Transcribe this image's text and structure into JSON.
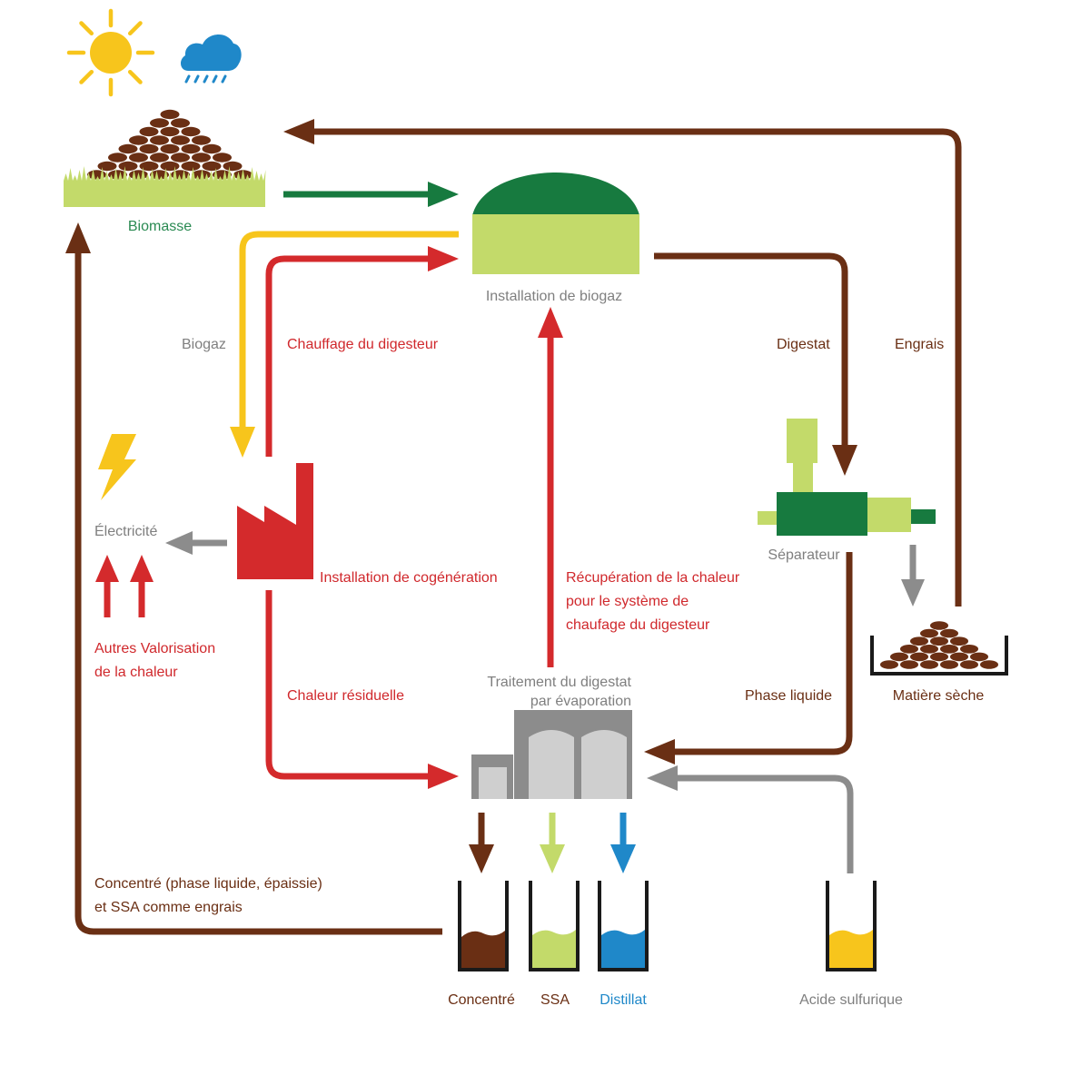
{
  "diagram": {
    "top_icons": {
      "sun": "sun-icon",
      "cloud": "rain-cloud-icon"
    },
    "nodes": {
      "biomasse": {
        "label": "Biomasse",
        "icon": "biomass-pile-icon"
      },
      "installation_biogaz": {
        "label": "Installation de biogaz",
        "icon": "biogas-digester-icon"
      },
      "cogeneration": {
        "label": "Installation de cogénération",
        "icon": "factory-icon"
      },
      "electricite": {
        "label": "Électricité",
        "icon": "lightning-icon"
      },
      "separateur": {
        "label": "Séparateur",
        "icon": "separator-icon"
      },
      "matiere_seche": {
        "label": "Matière sèche",
        "icon": "dry-matter-tray-icon"
      },
      "traitement": {
        "label_lines": [
          "Traitement du digestat",
          "par évaporation"
        ],
        "icon": "evaporation-plant-icon"
      },
      "concentre": {
        "label": "Concentré",
        "icon": "beaker-icon"
      },
      "ssa": {
        "label": "SSA",
        "icon": "beaker-icon"
      },
      "distillat": {
        "label": "Distillat",
        "icon": "beaker-icon"
      },
      "acide_sulfurique": {
        "label": "Acide sulfurique",
        "icon": "beaker-icon"
      }
    },
    "flows": {
      "biogaz": "Biogaz",
      "chauffage_digesteur": "Chauffage du digesteur",
      "digestat": "Digestat",
      "engrais": "Engrais",
      "autres_valorisation": [
        "Autres Valorisation",
        "de la chaleur"
      ],
      "chaleur_residuelle": "Chaleur résiduelle",
      "recuperation_chaleur": [
        "Récupération de la chaleur",
        "pour le système de",
        "chaufage du digesteur"
      ],
      "phase_liquide": "Phase liquide",
      "concentre_engrais": [
        "Concentré (phase liquide, épaissie)",
        "et SSA comme engrais"
      ]
    }
  },
  "colors": {
    "green_dark": "#177a3f",
    "green_light": "#c3da6a",
    "brown": "#6a2f14",
    "red": "#d42a2c",
    "yellow": "#f7c51c",
    "gray": "#8c8c8c",
    "gray_light": "#cfcfcf",
    "blue": "#1f88c9",
    "ink": "#1a1a1a",
    "text_gray": "#7f7f7f",
    "text_green": "#2a8a52",
    "text_red": "#d0282c"
  }
}
